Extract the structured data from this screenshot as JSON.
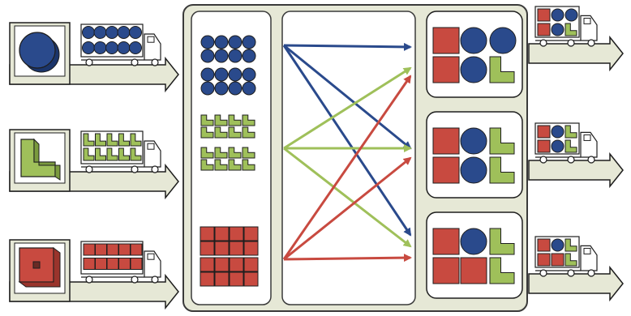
{
  "diagram": {
    "description_text": "",
    "colors": {
      "circle": "#2a4a8c",
      "lshape": "#9fc05a",
      "square": "#c84a40",
      "panel_fill": "#e6e8d6",
      "panel_stroke": "#3a3a3a",
      "white": "#ffffff"
    },
    "suppliers": [
      {
        "id": "supplier-circle",
        "shape": "circle",
        "truck_load": "circles"
      },
      {
        "id": "supplier-lshape",
        "shape": "lshape",
        "truck_load": "lshapes"
      },
      {
        "id": "supplier-square",
        "shape": "square",
        "truck_load": "squares"
      }
    ],
    "hub": {
      "inbound_stacks": [
        "circles",
        "lshapes",
        "squares"
      ],
      "routes": [
        {
          "from": "circle",
          "to": [
            0,
            1,
            2
          ]
        },
        {
          "from": "lshape",
          "to": [
            0,
            1,
            2
          ]
        },
        {
          "from": "square",
          "to": [
            0,
            1,
            2
          ]
        }
      ],
      "outbound_mixes": [
        [
          "square",
          "circle",
          "circle",
          "square",
          "circle",
          "lshape"
        ],
        [
          "square",
          "circle",
          "lshape",
          "square",
          "circle",
          "lshape"
        ],
        [
          "square",
          "circle",
          "lshape",
          "square",
          "square",
          "lshape"
        ]
      ]
    },
    "destinations": [
      {
        "id": "dest-1",
        "truck_load": "mixed"
      },
      {
        "id": "dest-2",
        "truck_load": "mixed"
      },
      {
        "id": "dest-3",
        "truck_load": "mixed"
      }
    ]
  }
}
